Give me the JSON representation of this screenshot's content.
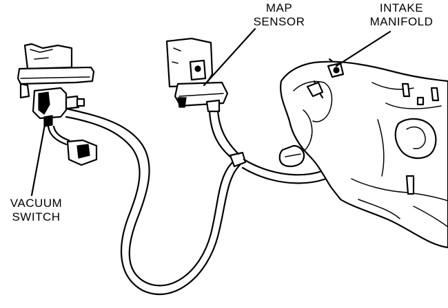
{
  "labels": {
    "map_sensor": [
      "MAP",
      "SENSOR"
    ],
    "intake_manifold": [
      "INTAKE",
      "MANIFOLD"
    ],
    "vacuum_switch": [
      "VACUUM",
      "SWITCH"
    ]
  }
}
